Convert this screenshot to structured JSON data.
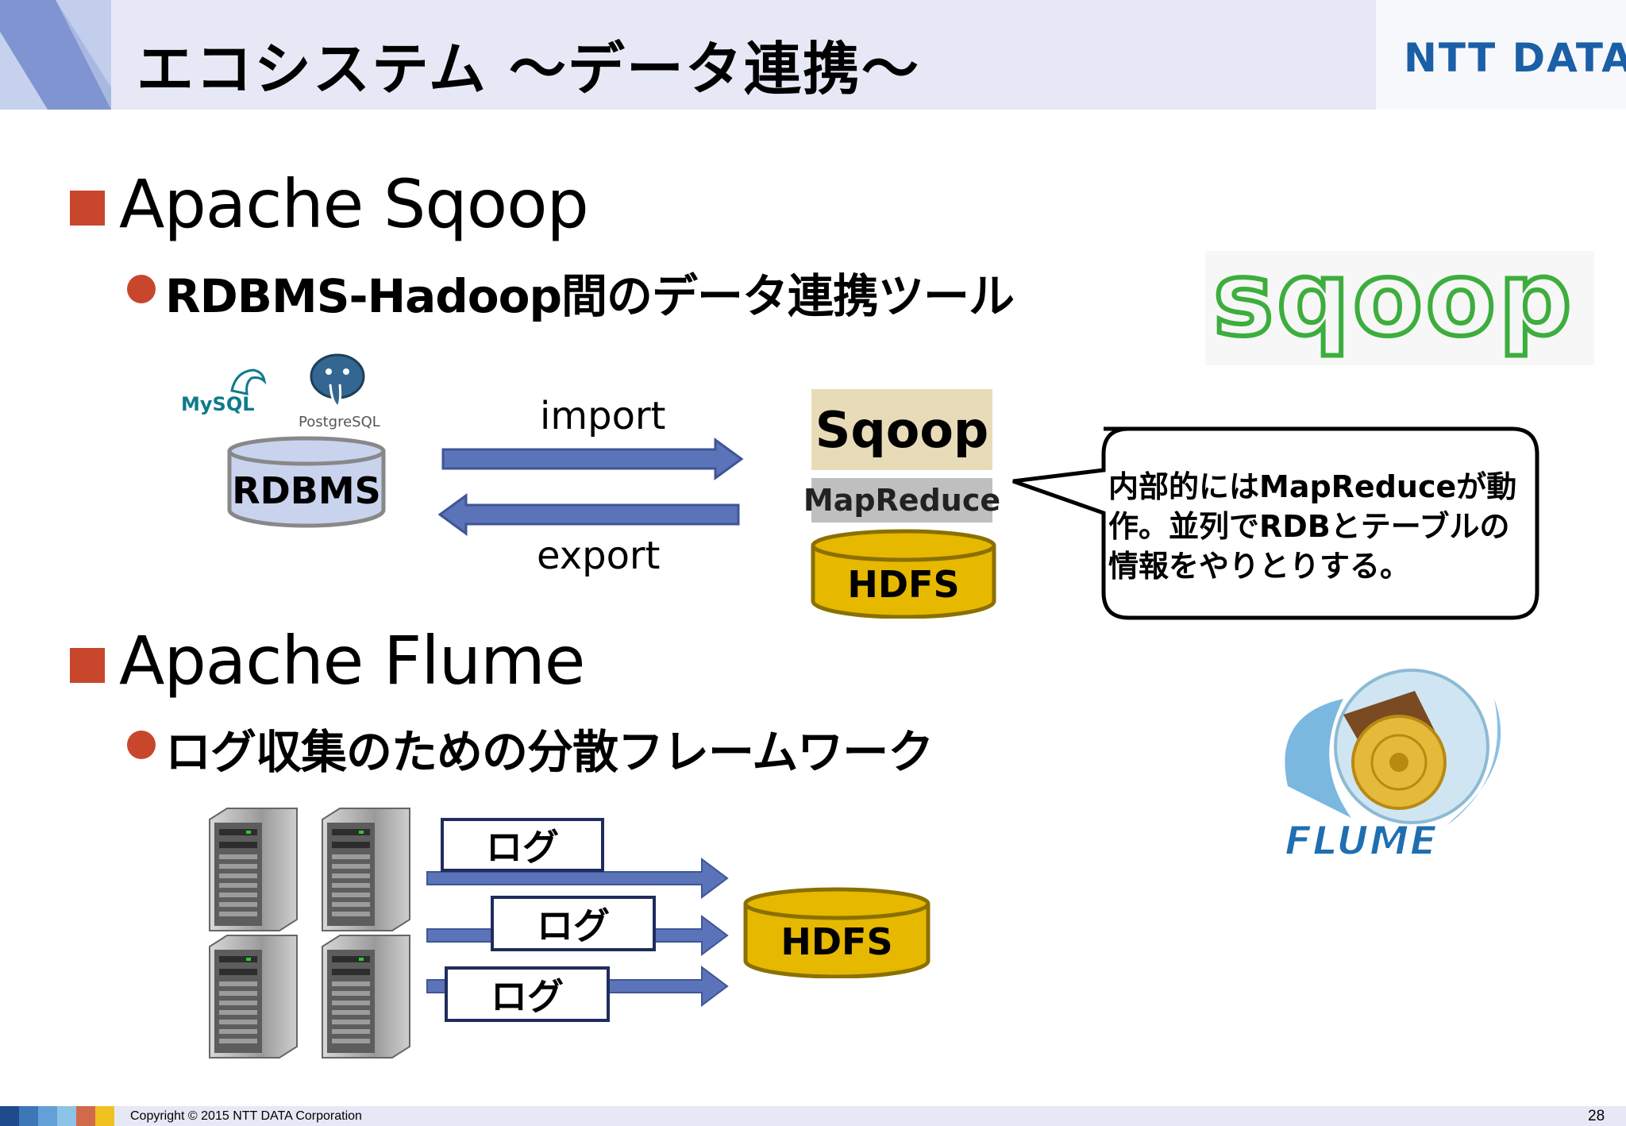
{
  "header": {
    "title": "エコシステム ～データ連携～",
    "logo": "NTT DATA"
  },
  "sqoop_section": {
    "heading": "Apache Sqoop",
    "subheading": "RDBMS-Hadoop間のデータ連携ツール",
    "mysql_logo": "MySQL",
    "postgres_logo": "PostgreSQL",
    "rdbms_label": "RDBMS",
    "import_label": "import",
    "export_label": "export",
    "sqoop_label": "Sqoop",
    "mapreduce_label": "MapReduce",
    "hdfs_label": "HDFS",
    "callout_lines": [
      "内部的にはMapReduceが動",
      "作。並列でRDBとテーブルの",
      "情報をやりとりする。"
    ],
    "sqoop_logo": "sqoop"
  },
  "flume_section": {
    "heading": "Apache Flume",
    "subheading": "ログ収集のための分散フレームワーク",
    "log_labels": [
      "ログ",
      "ログ",
      "ログ"
    ],
    "hdfs_label": "HDFS",
    "flume_logo": "FLUME"
  },
  "footer": {
    "copyright": "Copyright © 2015 NTT DATA Corporation",
    "page_number": "28"
  },
  "colors": {
    "bullet": "#c8472c",
    "arrow": "#5b73b8",
    "hdfs": "#e6b800",
    "rdbms": "#c9d3ee",
    "sqoop_box": "#e8dcb8",
    "mapreduce_box": "#bfbfbf",
    "header_bg": "#e6e9f5",
    "ntt_blue": "#1b5fa6",
    "sqoop_green": "#3dae3d"
  }
}
